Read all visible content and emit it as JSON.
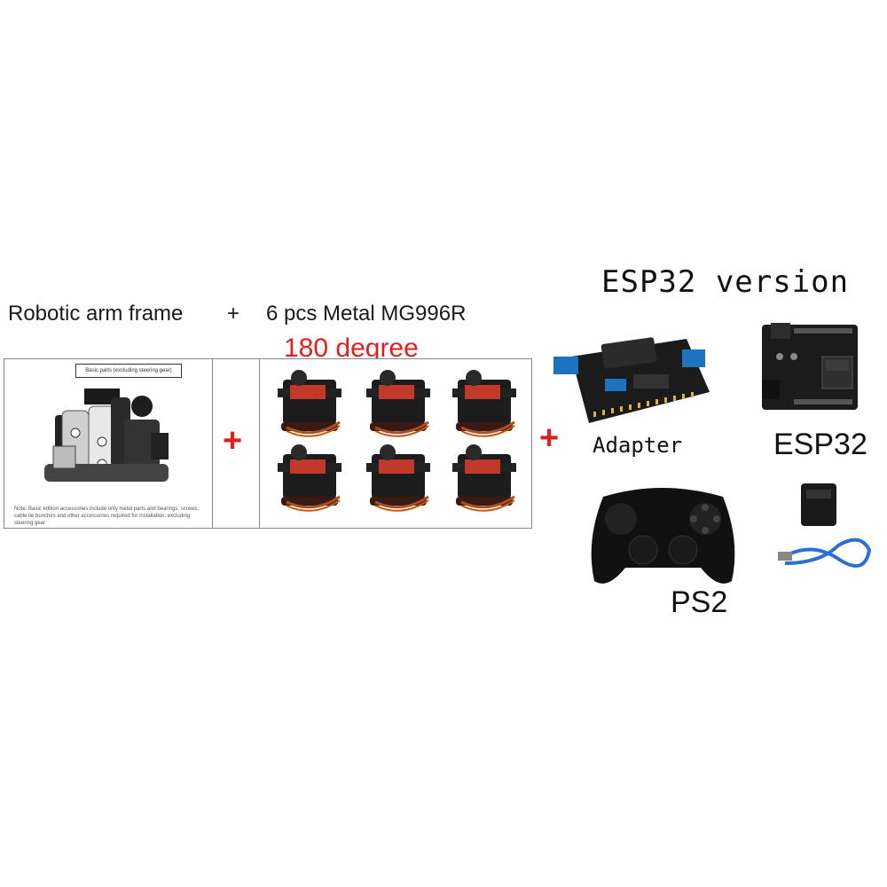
{
  "heading": "ESP32 version",
  "top_labels": {
    "frame": "Robotic arm frame",
    "plus": "+",
    "servos": "6 pcs Metal MG996R",
    "degree": "180 degree"
  },
  "frame_panel": {
    "caption": "Basic parts (excluding steering gear)",
    "note": "Note: Basic edition accessories include only metal parts and bearings, screws, cable tie bunches and other accessories required for installation, excluding steering gear"
  },
  "plus_symbol": "+",
  "items": {
    "adapter": "Adapter",
    "esp32": "ESP32",
    "ps2": "PS2"
  },
  "colors": {
    "accent_red": "#e02020",
    "servo_red": "#c0392b",
    "pcb_black": "#1b1b1b",
    "terminal_blue": "#1e73be",
    "cable_blue": "#2a6fd6"
  }
}
